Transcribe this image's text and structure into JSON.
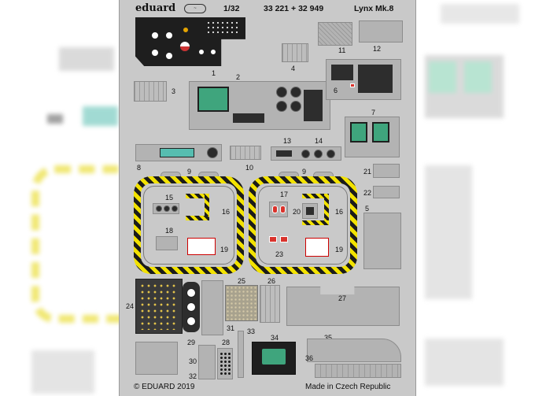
{
  "header": {
    "brand": "eduard",
    "scale": "1/32",
    "codes": "33 221 + 32 949",
    "title": "Lynx Mk.8"
  },
  "footer": {
    "copyright": "© EDUARD 2019",
    "origin": "Made in Czech Republic"
  },
  "part_numbers": [
    "1",
    "2",
    "3",
    "4",
    "5",
    "6",
    "7",
    "8",
    "9",
    "9",
    "10",
    "11",
    "12",
    "13",
    "14",
    "15",
    "16",
    "16",
    "17",
    "18",
    "19",
    "19",
    "20",
    "21",
    "22",
    "23",
    "24",
    "25",
    "26",
    "27",
    "28",
    "29",
    "30",
    "31",
    "32",
    "33",
    "34",
    "35",
    "36"
  ],
  "colors": {
    "sheet": "#c9c9c9",
    "hazard_yellow": "#f2e200",
    "hazard_black": "#1b1b1b",
    "screen_green": "#3fa57d",
    "warning_red": "#d9332c"
  }
}
